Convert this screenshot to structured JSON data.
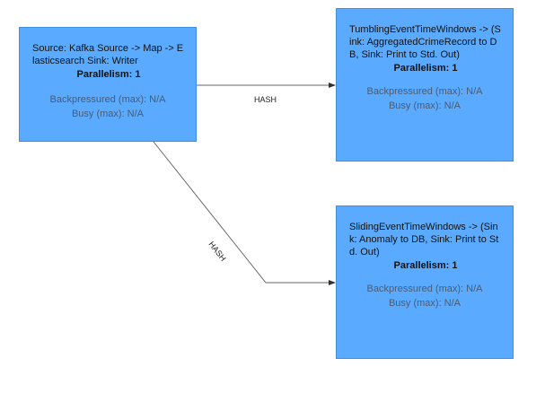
{
  "graph": {
    "edge_label": "HASH",
    "nodes": [
      {
        "title": "Source: Kafka Source -> Map -> Elasticsearch Sink: Writer",
        "parallelism": "Parallelism: 1",
        "backpressured": "Backpressured (max): N/A",
        "busy": "Busy (max): N/A"
      },
      {
        "title": "TumblingEventTimeWindows -> (Sink: AggregatedCrimeRecord to DB, Sink: Print to Std. Out)",
        "parallelism": "Parallelism: 1",
        "backpressured": "Backpressured (max): N/A",
        "busy": "Busy (max): N/A"
      },
      {
        "title": "SlidingEventTimeWindows -> (Sink: Anomaly to DB, Sink: Print to Std. Out)",
        "parallelism": "Parallelism: 1",
        "backpressured": "Backpressured (max): N/A",
        "busy": "Busy (max): N/A"
      }
    ],
    "colors": {
      "node_fill": "#5aabff",
      "node_border": "#3d8fe0",
      "edge": "#555555"
    }
  }
}
